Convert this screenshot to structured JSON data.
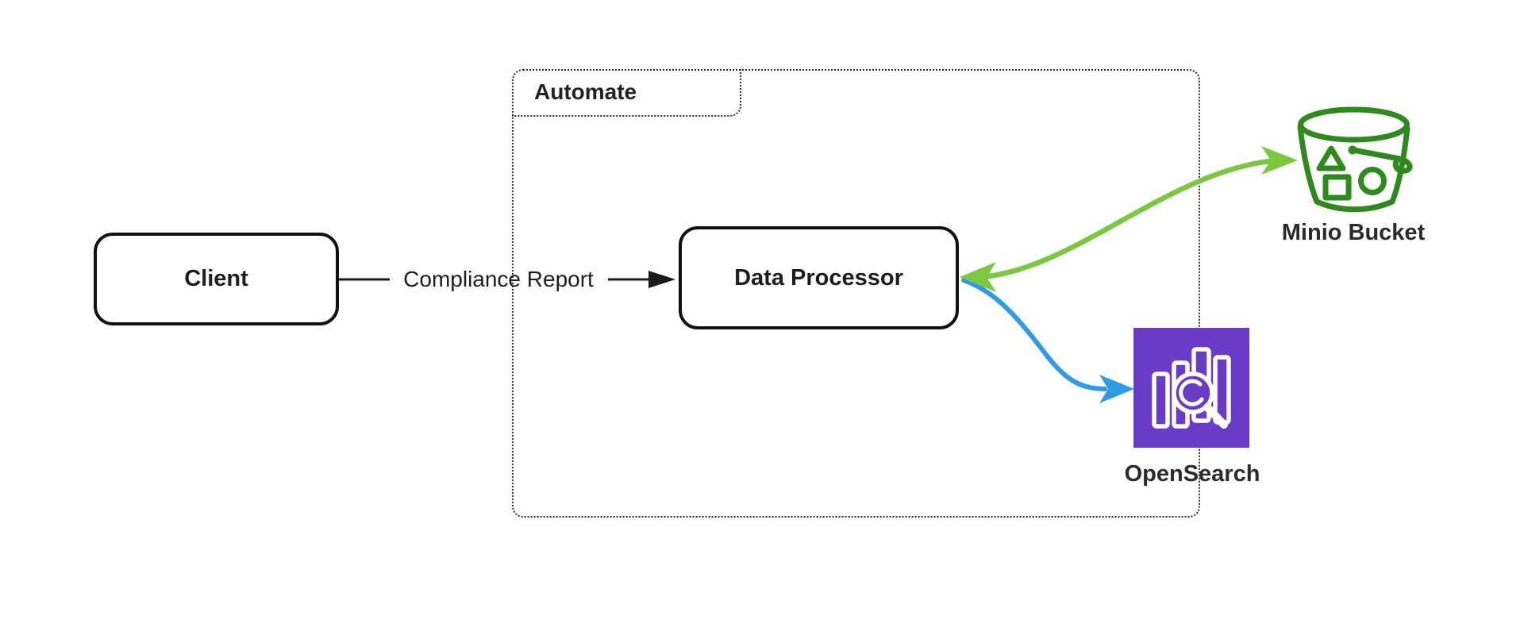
{
  "container": {
    "label": "Automate"
  },
  "nodes": {
    "client": {
      "label": "Client"
    },
    "data_processor": {
      "label": "Data Processor"
    },
    "minio_bucket": {
      "label": "Minio Bucket",
      "icon": "bucket-icon"
    },
    "opensearch": {
      "label": "OpenSearch",
      "icon": "opensearch-icon"
    }
  },
  "edges": [
    {
      "from": "Client",
      "to": "Data Processor",
      "label": "Compliance Report",
      "direction": "forward",
      "color": "#1a1a1a"
    },
    {
      "from": "Data Processor",
      "to": "Minio Bucket",
      "label": "",
      "direction": "bidirectional",
      "color": "#7cc740"
    },
    {
      "from": "Data Processor",
      "to": "OpenSearch",
      "label": "",
      "direction": "forward",
      "color": "#2e9be6"
    }
  ],
  "colors": {
    "background": "#ffffff",
    "green_arrow": "#7cc740",
    "blue_arrow": "#2e9be6",
    "bucket_green": "#2f8a1d",
    "opensearch_purple": "#6a3bc6",
    "black": "#1a1a1a",
    "text": "#212121",
    "icon_glyph_white": "#ffffff"
  }
}
